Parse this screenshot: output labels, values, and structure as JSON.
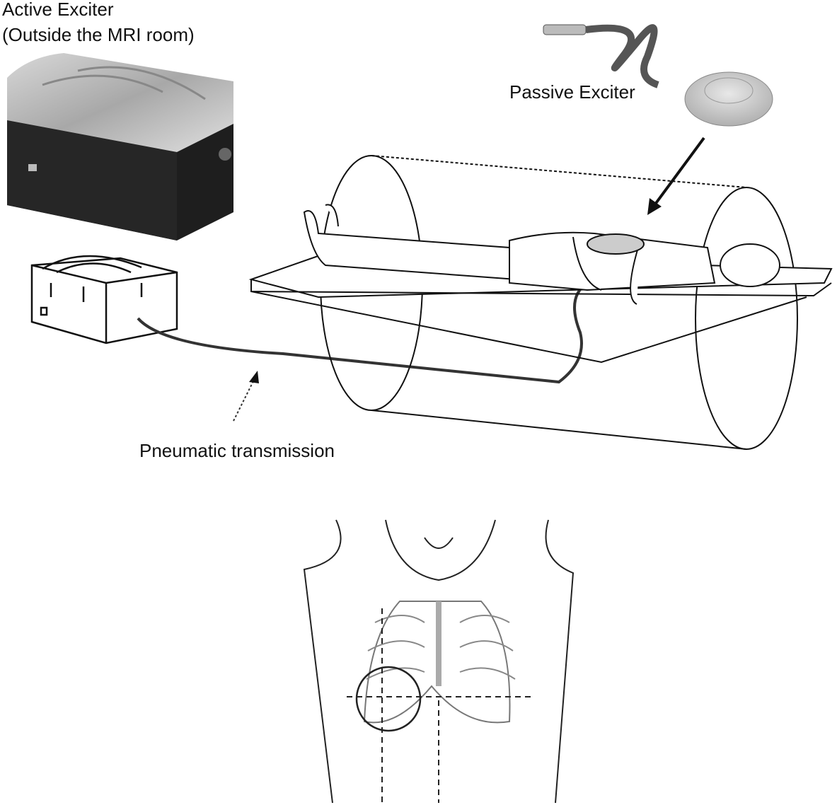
{
  "labels": {
    "active_exciter_line1": "Active Exciter",
    "active_exciter_line2": "(Outside the MRI room)",
    "passive_exciter": "Passive Exciter",
    "pneumatic_transmission": "Pneumatic transmission"
  }
}
